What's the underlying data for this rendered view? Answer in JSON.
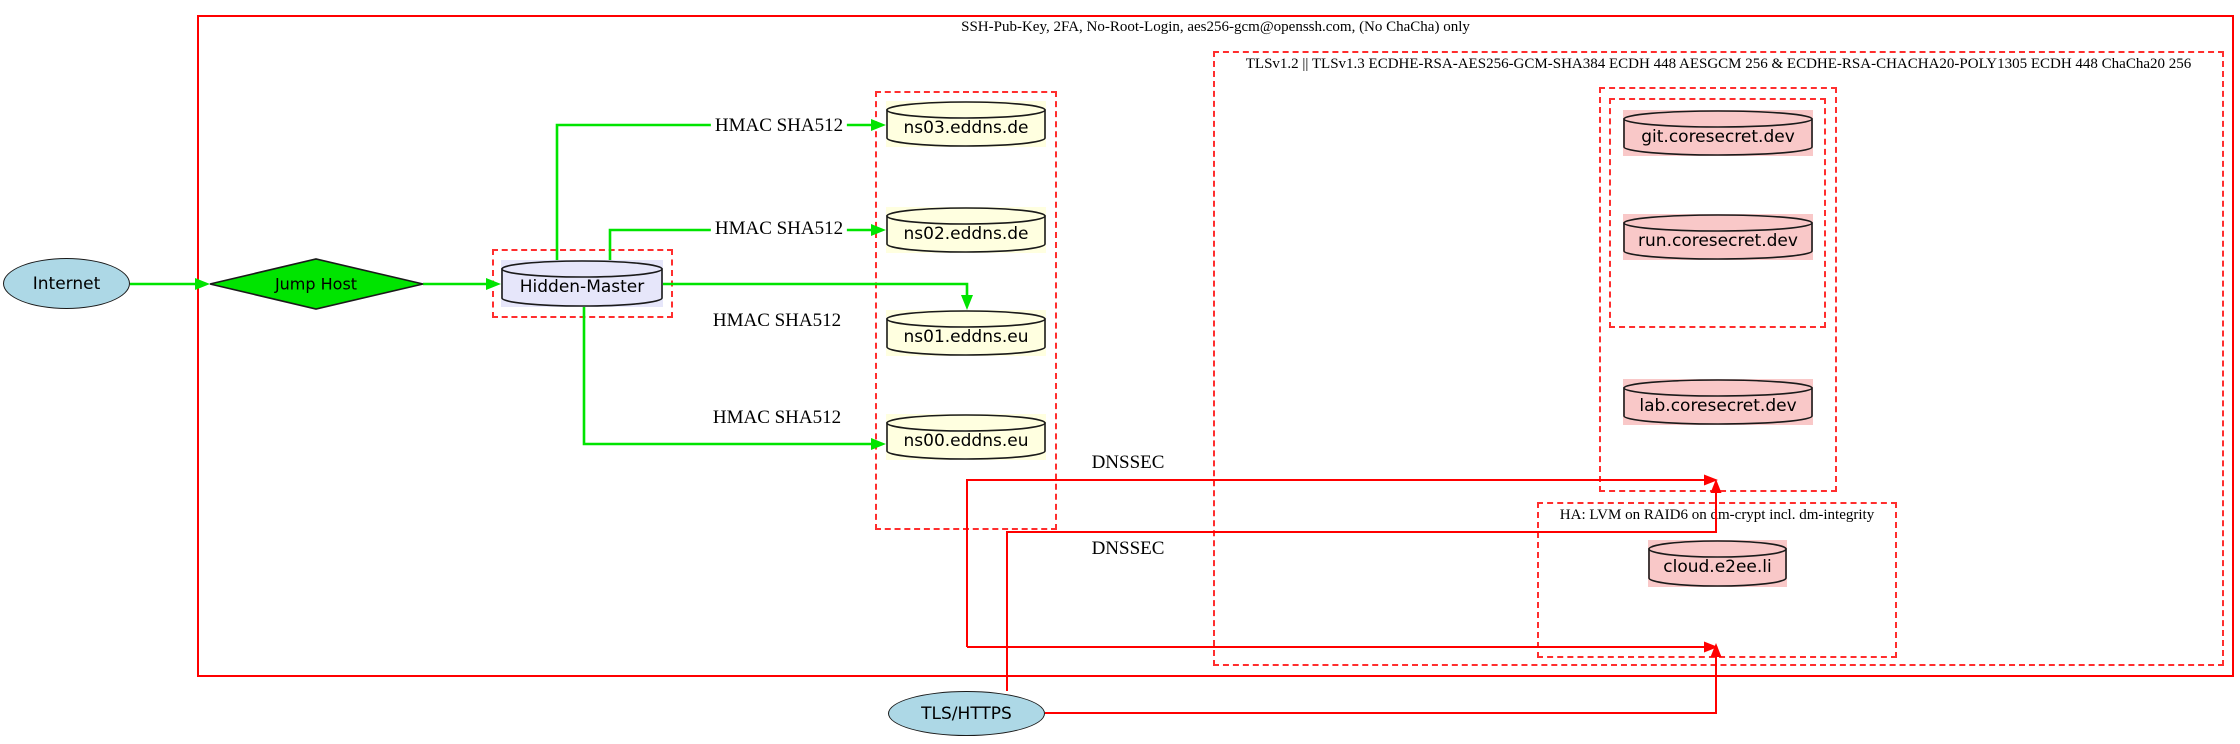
{
  "clusters": {
    "ssh": {
      "label": "SSH-Pub-Key, 2FA, No-Root-Login, aes256-gcm@openssh.com, (No ChaCha) only"
    },
    "tls": {
      "label": "TLSv1.2 || TLSv1.3 ECDHE-RSA-AES256-GCM-SHA384 ECDH 448 AESGCM 256 & ECDHE-RSA-CHACHA20-POLY1305 ECDH 448 ChaCha20 256"
    },
    "ha": {
      "label": "HA: LVM on RAID6 on dm-crypt incl. dm-integrity"
    }
  },
  "nodes": {
    "internet": {
      "label": "Internet",
      "shape": "ellipse",
      "fill": "#add8e6"
    },
    "jump_host": {
      "label": "Jump Host",
      "shape": "diamond",
      "fill": "#00e400"
    },
    "hidden_master": {
      "label": "Hidden-Master",
      "shape": "cylinder",
      "fill": "#e6e6fa"
    },
    "ns03": {
      "label": "ns03.eddns.de",
      "shape": "cylinder",
      "fill": "#ffffe0"
    },
    "ns02": {
      "label": "ns02.eddns.de",
      "shape": "cylinder",
      "fill": "#ffffe0"
    },
    "ns01": {
      "label": "ns01.eddns.eu",
      "shape": "cylinder",
      "fill": "#ffffe0"
    },
    "ns00": {
      "label": "ns00.eddns.eu",
      "shape": "cylinder",
      "fill": "#ffffe0"
    },
    "git": {
      "label": "git.coresecret.dev",
      "shape": "cylinder",
      "fill": "#f9c8c8"
    },
    "run": {
      "label": "run.coresecret.dev",
      "shape": "cylinder",
      "fill": "#f9c8c8"
    },
    "lab": {
      "label": "lab.coresecret.dev",
      "shape": "cylinder",
      "fill": "#f9c8c8"
    },
    "cloud": {
      "label": "cloud.e2ee.li",
      "shape": "cylinder",
      "fill": "#f9c8c8"
    },
    "tls_https": {
      "label": "TLS/HTTPS",
      "shape": "ellipse",
      "fill": "#add8e6"
    }
  },
  "edge_labels": {
    "hmac_ns03": "HMAC SHA512",
    "hmac_ns02": "HMAC SHA512",
    "hmac_ns01": "HMAC SHA512",
    "hmac_ns00": "HMAC SHA512",
    "dnssec_1": "DNSSEC",
    "dnssec_2": "DNSSEC"
  },
  "colors": {
    "edge_green": "#00e400",
    "edge_red": "#ff0000",
    "cluster_dash_red": "#ff2e2e",
    "background": "#ffffff"
  }
}
